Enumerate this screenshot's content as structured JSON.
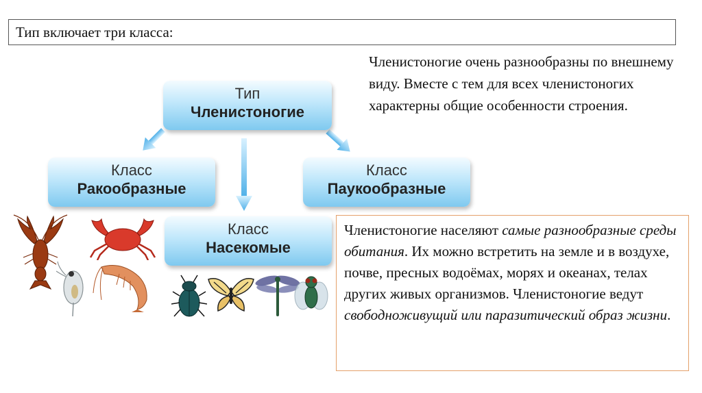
{
  "header": {
    "title": "Тип включает три класса:"
  },
  "intro": {
    "text": "Членистоногие очень разнообразны по внешнему виду. Вместе с тем для всех членистоногих характерны общие особенности строения."
  },
  "diagram": {
    "root": {
      "kind": "Тип",
      "name": "Членистоногие"
    },
    "classes": [
      {
        "kind": "Класс",
        "name": "Ракообразные"
      },
      {
        "kind": "Класс",
        "name": "Насекомые"
      },
      {
        "kind": "Класс",
        "name": "Паукообразные"
      }
    ]
  },
  "info": {
    "t1": "Членистоногие населяют ",
    "i1": "самые разнообразные среды обитания",
    "t2": ". Их можно встретить на земле и в воздухе, почве, пресных водоёмах, морях и океанах, телах других живых организмов. Членистоногие ведут ",
    "i2": "свободноживущий или паразитический образ жизни",
    "t3": "."
  },
  "colors": {
    "node_top": "#f3fbff",
    "node_bottom": "#7fc9ef",
    "arrow": "#5bb8ec",
    "info_border": "#e4a06a"
  },
  "icons": [
    "crayfish-icon",
    "crab-icon",
    "daphnia-icon",
    "shrimp-icon",
    "beetle-icon",
    "butterfly-icon",
    "dragonfly-icon",
    "fly-icon"
  ]
}
